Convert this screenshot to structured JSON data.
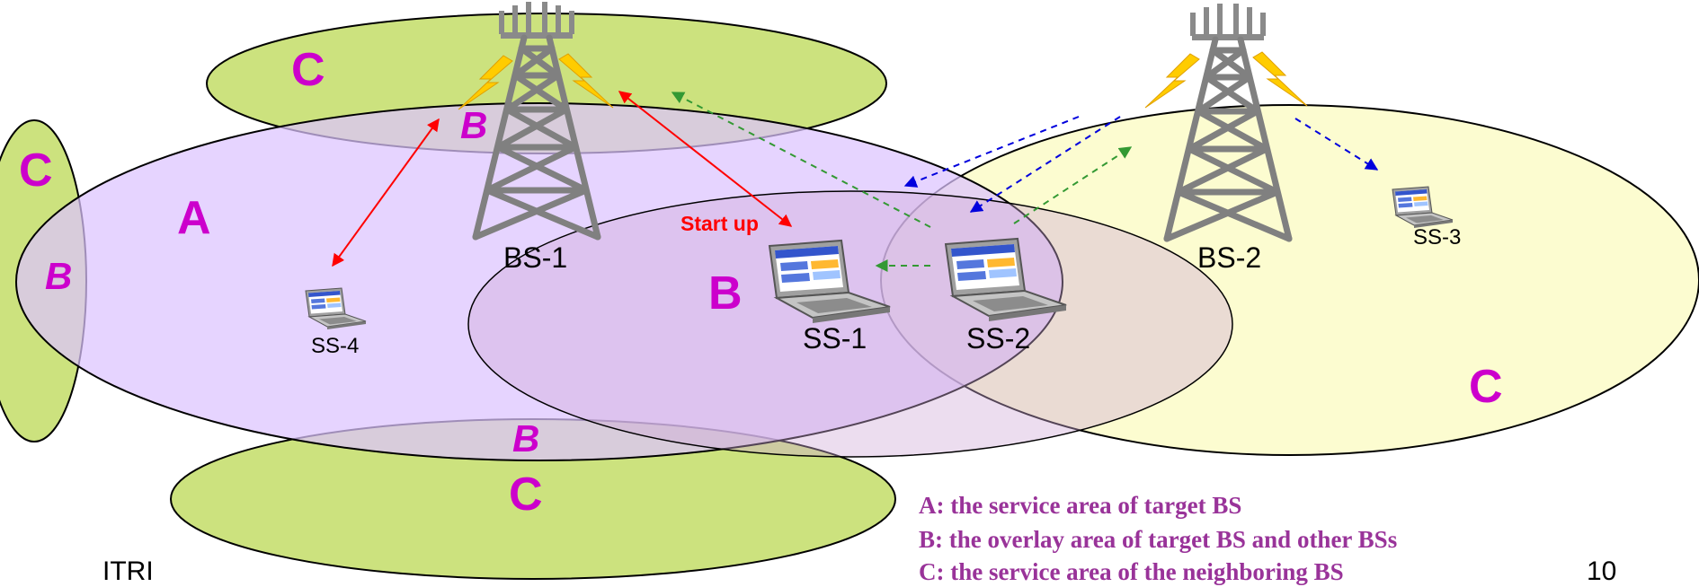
{
  "zones": {
    "a_main": "A",
    "b_overlap": "B",
    "b_top": "B",
    "b_left": "B",
    "b_bottom": "B",
    "c_top": "C",
    "c_left": "C",
    "c_bottom": "C",
    "c_right": "C"
  },
  "stations": {
    "bs1": "BS-1",
    "bs2": "BS-2",
    "ss1": "SS-1",
    "ss2": "SS-2",
    "ss3": "SS-3",
    "ss4": "SS-4"
  },
  "annotation": {
    "startup": "Start up"
  },
  "legend": {
    "a": "A: the service area of target BS",
    "b": "B: the overlay area of target BS and other BSs",
    "c": "C: the service area of the neighboring BS"
  },
  "footer": {
    "org": "ITRI",
    "page": "10"
  },
  "colors": {
    "zone_a": "#e2ccfb",
    "zone_c_yellow": "#fcfcd0",
    "zone_c_green": "#cce27e",
    "zone_label": "#cc00cc",
    "legend_text": "#993399",
    "arrow_red": "#ff0000",
    "arrow_green": "#339933",
    "arrow_blue": "#0000dd",
    "tower": "#808080",
    "lightning": "#ffcc00"
  }
}
